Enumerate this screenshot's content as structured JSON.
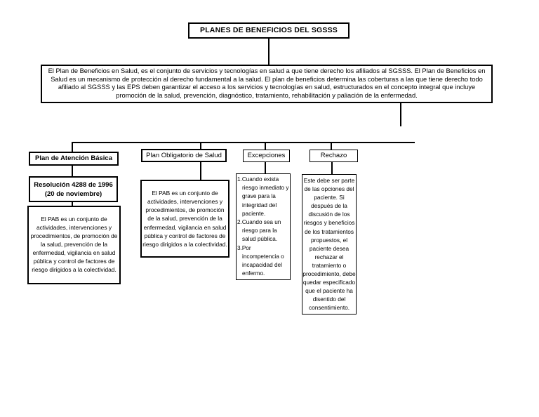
{
  "diagram": {
    "title": "PLANES DE BENEFICIOS DEL SGSSS",
    "intro": "El Plan de Beneficios en Salud, es el conjunto de servicios y tecnologías en salud a que tiene derecho los afiliados al SGSSS. El Plan de Beneficios en Salud es un mecanismo de protección al derecho fundamental a la salud. El plan de beneficios determina las coberturas a las que tiene derecho todo afiliado al SGSSS y las EPS deben garantizar el acceso a los servicios y tecnologías en salud, estructurados en el concepto integral que incluye promoción de la salud, prevención, diagnóstico, tratamiento, rehabilitación y paliación de la enfermedad.",
    "branches": {
      "pab": {
        "header": "Plan de Atención Básica",
        "resolution": {
          "line1": "Resolución 4288 de 1996",
          "line2": "(20 de noviembre)"
        },
        "body": "El PAB es un conjunto de actividades, intervenciones y procedimientos, de promoción de la salud, prevención de la enfermedad, vigilancia en salud pública y control de factores de riesgo dirigidos a la colectividad."
      },
      "pos": {
        "header": "Plan Obligatorio de Salud",
        "body": "El PAB es un conjunto de actividades, intervenciones y procedimientos, de promoción de la salud, prevención de la enfermedad, vigilancia en salud pública y control de factores de riesgo dirigidos a la colectividad."
      },
      "exceptions": {
        "header": "Excepciones",
        "items": [
          "1.Cuando exista riesgo inmediato y grave para la integridad del paciente.",
          "2.Cuando sea un riesgo para la salud pública.",
          "3.Por incompetencia o incapacidad del enfermo."
        ]
      },
      "rejection": {
        "header": "Rechazo",
        "body": "Este debe ser parte de las opciones del paciente. Si después de la discusión de los riesgos y beneficios de los tratamientos propuestos, el paciente desea rechazar el tratamiento o procedimiento, debe quedar especificado que el paciente ha disentido del consentimiento."
      }
    },
    "colors": {
      "line": "#000000",
      "text": "#000000",
      "background": "#ffffff"
    }
  }
}
